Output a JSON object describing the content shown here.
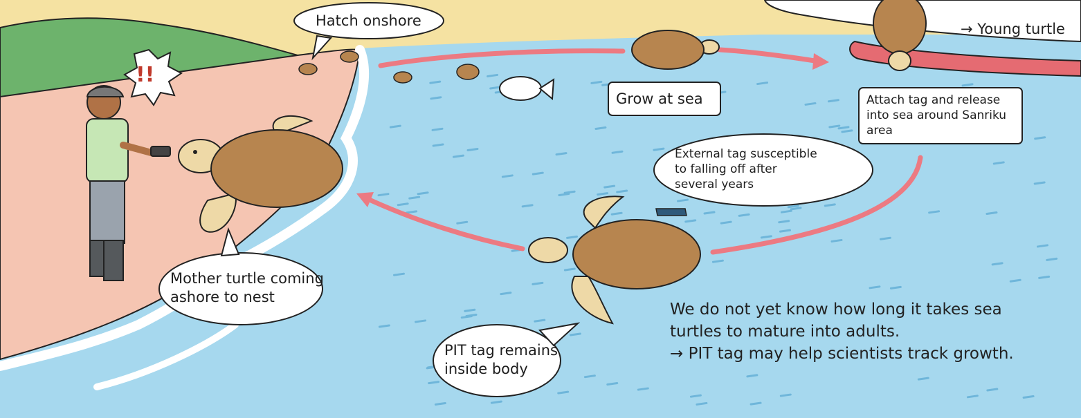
{
  "labels": {
    "hatch": "Hatch onshore",
    "grow": "Grow at sea",
    "young": "→ Young turtle",
    "attach": [
      "Attach tag and release",
      "into sea around Sanriku",
      "area"
    ],
    "external": [
      "External tag susceptible",
      "to falling off after",
      "several years"
    ],
    "mother": [
      "Mother turtle coming",
      "ashore to nest"
    ],
    "pit": [
      "PIT tag remains",
      "inside body"
    ],
    "exclaim": "!!"
  },
  "note": [
    "We do not yet know how long it takes sea",
    "turtles to mature into adults.",
    "→ PIT tag may help scientists track growth."
  ],
  "colors": {
    "sand": "#f5e2a2",
    "sea": "#a6d8ee",
    "beach": "#f5c5b2",
    "hill": "#6db36c",
    "arrow": "#ec7a82",
    "turtle_shell": "#b7854f",
    "turtle_skin": "#eed9a7"
  },
  "icons": [
    "turtle-icon",
    "hatchling-icon",
    "fish-icon",
    "person-icon",
    "tag-icon",
    "arrow-icon"
  ]
}
